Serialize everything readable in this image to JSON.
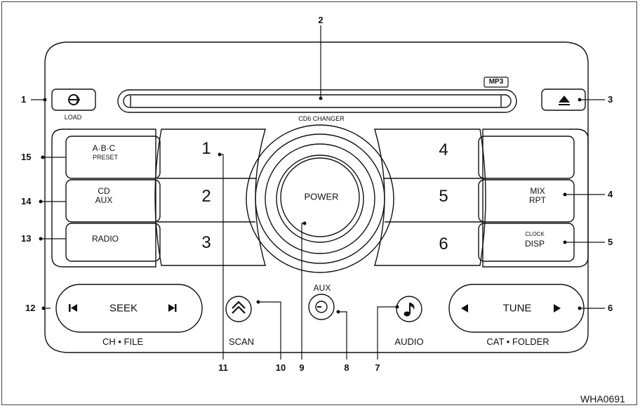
{
  "diagram": {
    "figure_id": "WHA0691",
    "callouts": [
      "1",
      "2",
      "3",
      "4",
      "5",
      "6",
      "7",
      "8",
      "9",
      "10",
      "11",
      "12",
      "13",
      "14",
      "15"
    ],
    "labels": {
      "load": "LOAD",
      "mp3_badge": "MP3",
      "cd_changer": "CD6 CHANGER",
      "eject_symbol": "▲",
      "preset_abc": "A·B·C",
      "preset": "PRESET",
      "cd": "CD",
      "aux_btn": "AUX",
      "radio": "RADIO",
      "mix": "MIX",
      "rpt": "RPT",
      "clock": "CLOCK",
      "disp": "DISP",
      "power": "POWER",
      "seek": "SEEK",
      "ch_file": "CH • FILE",
      "scan": "SCAN",
      "aux_jack": "AUX",
      "audio": "AUDIO",
      "tune": "TUNE",
      "cat_folder": "CAT • FOLDER"
    },
    "preset_numbers": [
      "1",
      "2",
      "3",
      "4",
      "5",
      "6"
    ],
    "icons": [
      "load-icon",
      "eject-icon",
      "seek-prev-icon",
      "seek-next-icon",
      "scan-chevrons-icon",
      "aux-jack-icon",
      "music-note-icon",
      "tune-left-icon",
      "tune-right-icon"
    ]
  }
}
